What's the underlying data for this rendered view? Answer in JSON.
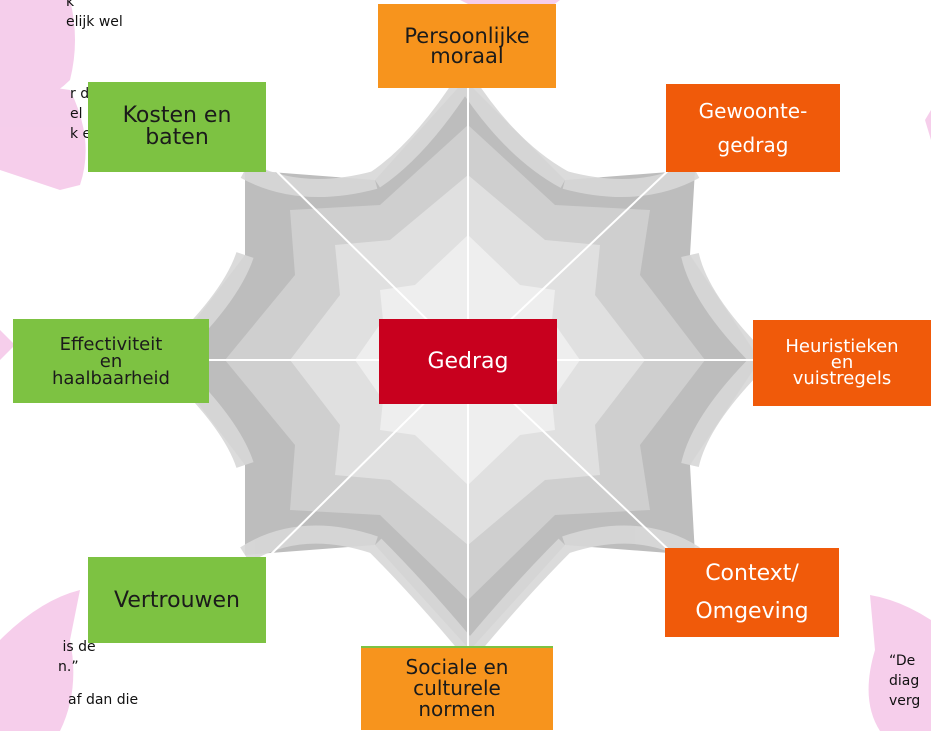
{
  "colors": {
    "green": "#7dc242",
    "orange": "#f7941d",
    "red_orange": "#f05a0a",
    "crimson": "#c8001e",
    "web_gray": "#bdbdbd",
    "bubble_pink": "#f4c6e8"
  },
  "center": {
    "label": "Gedrag"
  },
  "factors": {
    "persoonlijke_moraal": "Persoonlijke\nmoraal",
    "kosten_en_baten": "Kosten en\nbaten",
    "gewoontegedrag": "Gewoonte-\ngedrag",
    "effectiviteit": "Effectiviteit\nen\nhaalbaarheid",
    "heuristieken": "Heuristieken\nen\nvuistregels",
    "vertrouwen": "Vertrouwen",
    "context": "Context/\nOmgeving",
    "sociale_normen": "Sociale en\nculturele\nnormen"
  },
  "quotes": {
    "top_left": "k\nelijk wel",
    "mid_left": "r dat\nel ik als\nk een",
    "bottom_left": " is de\nn.”",
    "bottom_left_2": "af dan die",
    "bottom_right": "“De\ndiag\nverg"
  }
}
